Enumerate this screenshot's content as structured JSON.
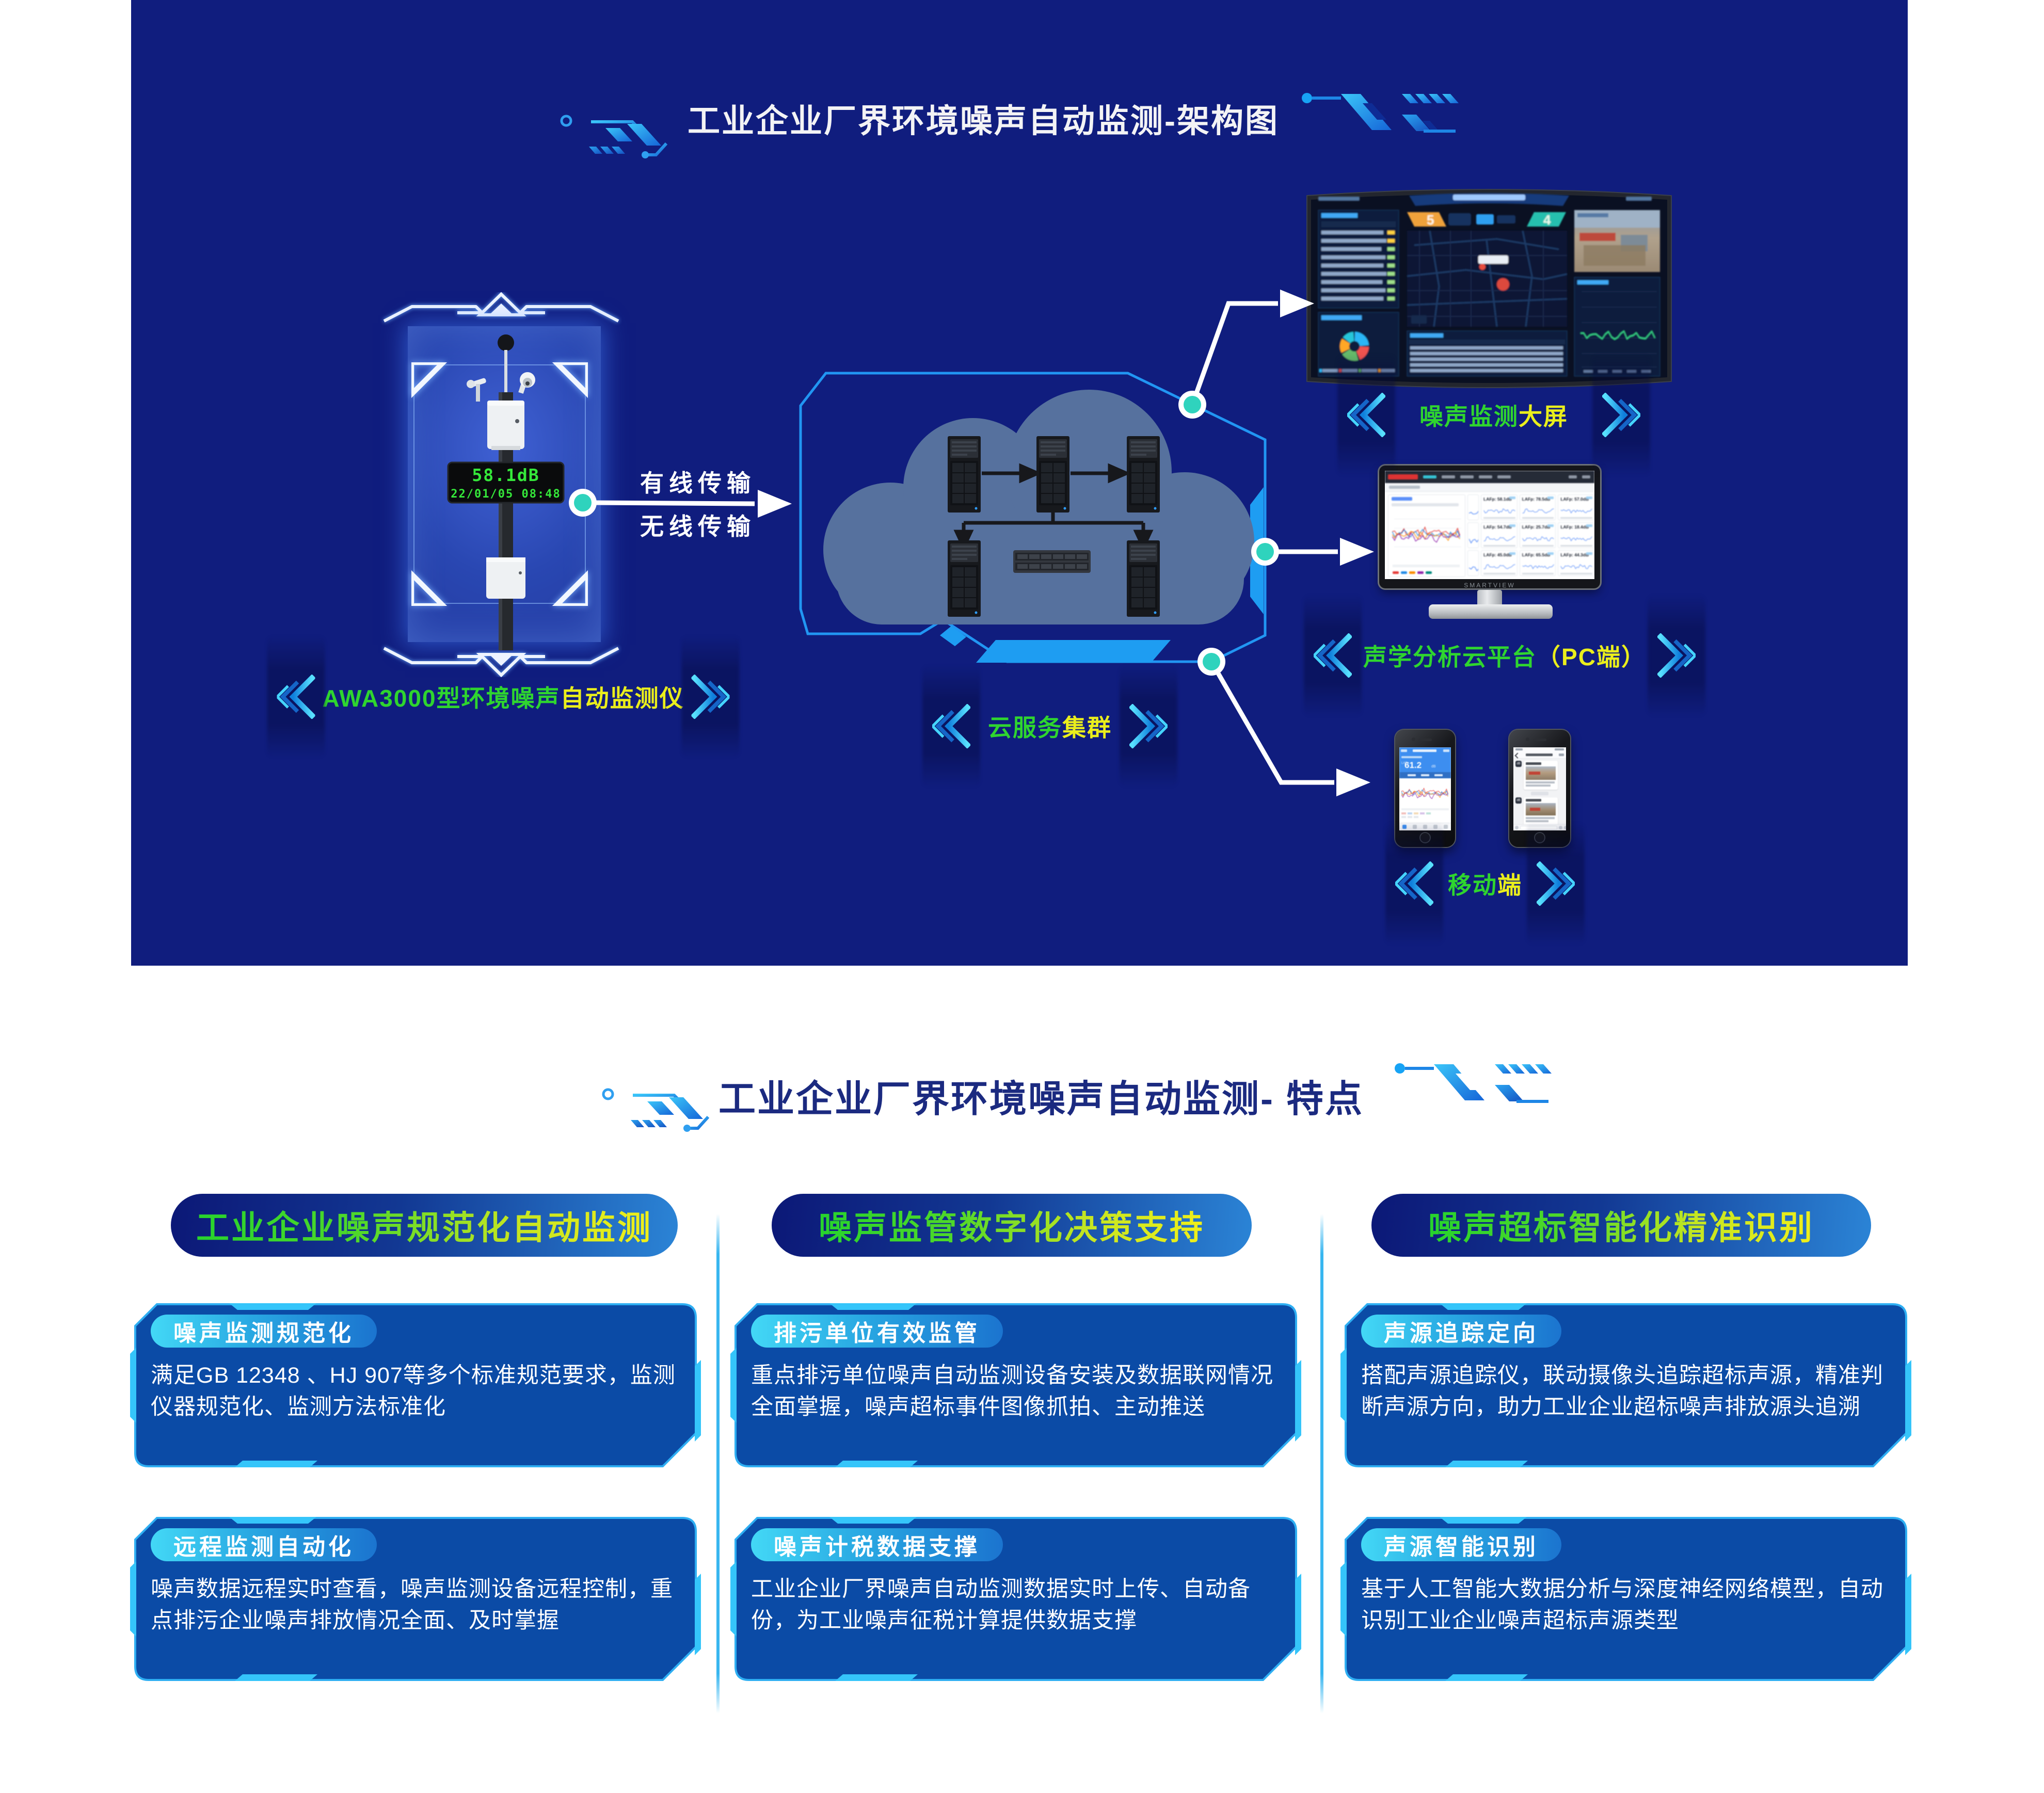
{
  "arch": {
    "title": "工业企业厂界环境噪声自动监测-架构图",
    "device": {
      "led_value": "58.1dB",
      "led_datetime": "22/01/05  08:48",
      "label_green": "AWA3000型环境噪声",
      "label_yellow": "自动监测仪"
    },
    "transmission": {
      "wired": "有线传输",
      "wireless": "无线传输"
    },
    "cloud": {
      "label_green": "云服务",
      "label_yellow": "集群"
    },
    "bigscreen": {
      "label_green": "噪声监测",
      "label_yellow": "大屏"
    },
    "pc": {
      "label_green": "声学分析云平台",
      "label_yellow": "（PC端）",
      "brand": "SMARTVIEW",
      "cards": [
        {
          "label": "LAFp: 58.1dB"
        },
        {
          "label": "LAFp: 78.5dB"
        },
        {
          "label": "LAFp: 57.0dB"
        },
        {
          "label": "LAFp: 54.7dB"
        },
        {
          "label": "LAFp: 25.7dB"
        },
        {
          "label": "LAFp: 18.4dB"
        },
        {
          "label": "LAFp: 45.0dB"
        },
        {
          "label": "LAFp: 65.5dB"
        },
        {
          "label": "LAFp: 44.3dB"
        }
      ]
    },
    "mobile": {
      "label_green": "移动",
      "label_yellow": "端",
      "reading_label": "LAFp",
      "reading": "61.2",
      "reading_unit": "dB"
    }
  },
  "colors": {
    "background_navy": "#101d7e",
    "card_blue": "#0b4ba6",
    "accent_blue": "#2eaef2",
    "label_green": "#2fd52f",
    "label_yellow": "#eaee1c",
    "node_teal": "#2fd3bd",
    "cloud_slate": "#56719e"
  },
  "features": {
    "title": "工业企业厂界环境噪声自动监测- 特点",
    "columns": [
      {
        "header": "工业企业噪声规范化自动监测",
        "cards": [
          {
            "badge": "噪声监测规范化",
            "body": "满足GB 12348 、HJ 907等多个标准规范要求，监测仪器规范化、监测方法标准化"
          },
          {
            "badge": "远程监测自动化",
            "body": "噪声数据远程实时查看，噪声监测设备远程控制，重点排污企业噪声排放情况全面、及时掌握"
          }
        ]
      },
      {
        "header": "噪声监管数字化决策支持",
        "cards": [
          {
            "badge": "排污单位有效监管",
            "body": "重点排污单位噪声自动监测设备安装及数据联网情况全面掌握，噪声超标事件图像抓拍、主动推送"
          },
          {
            "badge": "噪声计税数据支撑",
            "body": "工业企业厂界噪声自动监测数据实时上传、自动备份，为工业噪声征税计算提供数据支撑"
          }
        ]
      },
      {
        "header": "噪声超标智能化精准识别",
        "cards": [
          {
            "badge": "声源追踪定向",
            "body": "搭配声源追踪仪，联动摄像头追踪超标声源，精准判断声源方向，助力工业企业超标噪声排放源头追溯"
          },
          {
            "badge": "声源智能识别",
            "body": "基于人工智能大数据分析与深度神经网络模型，自动识别工业企业噪声超标声源类型"
          }
        ]
      }
    ]
  }
}
